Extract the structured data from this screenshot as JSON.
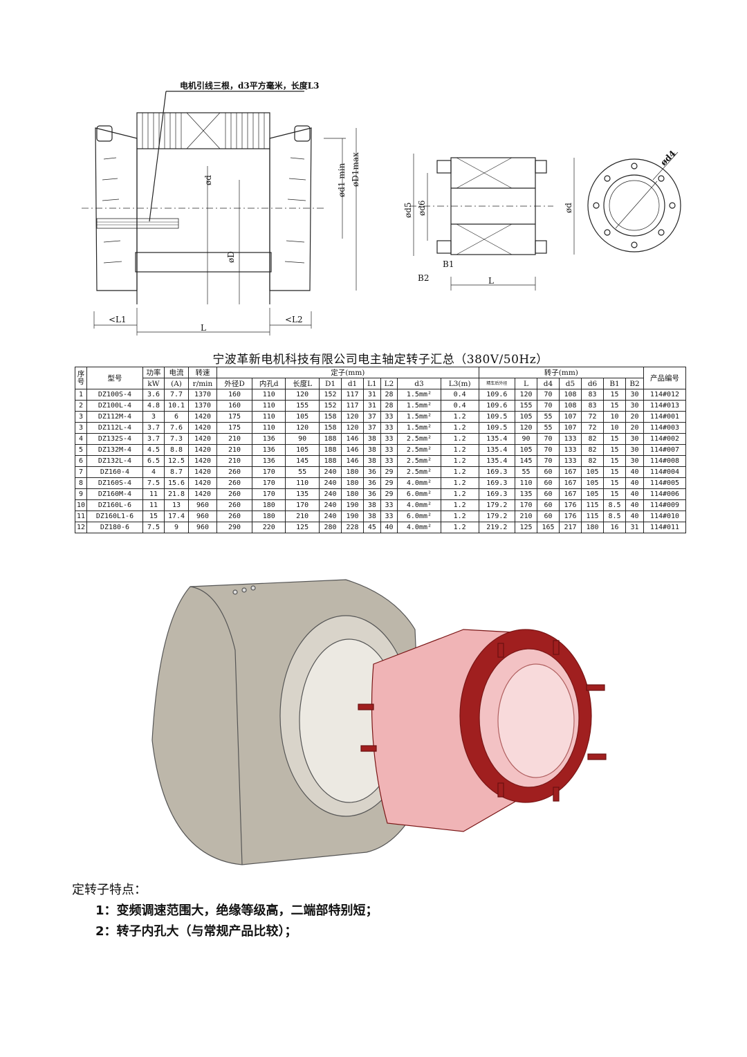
{
  "drawing": {
    "lead_note": "电机引线三根，d3平方毫米，长度L3",
    "labels": {
      "d": "ød",
      "d1": "ød1 min",
      "D1max": "øD1max",
      "D": "øD",
      "L1": "<L1",
      "L": "L",
      "L2": "<L2",
      "d5": "ød5",
      "d6": "ød6",
      "d_rotor": "ød",
      "B1": "B1",
      "B2": "B2",
      "L_rotor": "L",
      "d4": "ød4"
    }
  },
  "table": {
    "title": "宁波革新电机科技有限公司电主轴定转子汇总（380V/50Hz）",
    "header": {
      "seq": "序号",
      "model": "型号",
      "power": "功率",
      "power_unit": "kW",
      "current": "电流",
      "current_unit": "(A)",
      "speed": "转速",
      "speed_unit": "r/min",
      "stator_group": "定子(mm)",
      "rotor_group": "转子(mm)",
      "product_code": "产品编号",
      "stator_cols": [
        "外径D",
        "内孔d",
        "长度L",
        "D1",
        "d1",
        "L1",
        "L2",
        "d3",
        "L3(m)"
      ],
      "rotor_cols": [
        "精车后外径",
        "L",
        "d4",
        "d5",
        "d6",
        "B1",
        "B2"
      ]
    },
    "rows": [
      [
        "1",
        "DZ100S-4",
        "3.6",
        "7.7",
        "1370",
        "160",
        "110",
        "120",
        "152",
        "117",
        "31",
        "28",
        "1.5mm²",
        "0.4",
        "109.6",
        "120",
        "70",
        "108",
        "83",
        "15",
        "30",
        "114#012"
      ],
      [
        "2",
        "DZ100L-4",
        "4.8",
        "10.1",
        "1370",
        "160",
        "110",
        "155",
        "152",
        "117",
        "31",
        "28",
        "1.5mm²",
        "0.4",
        "109.6",
        "155",
        "70",
        "108",
        "83",
        "15",
        "30",
        "114#013"
      ],
      [
        "3",
        "DZ112M-4",
        "3",
        "6",
        "1420",
        "175",
        "110",
        "105",
        "158",
        "120",
        "37",
        "33",
        "1.5mm²",
        "1.2",
        "109.5",
        "105",
        "55",
        "107",
        "72",
        "10",
        "20",
        "114#001"
      ],
      [
        "3",
        "DZ112L-4",
        "3.7",
        "7.6",
        "1420",
        "175",
        "110",
        "120",
        "158",
        "120",
        "37",
        "33",
        "1.5mm²",
        "1.2",
        "109.5",
        "120",
        "55",
        "107",
        "72",
        "10",
        "20",
        "114#003"
      ],
      [
        "4",
        "DZ132S-4",
        "3.7",
        "7.3",
        "1420",
        "210",
        "136",
        "90",
        "188",
        "146",
        "38",
        "33",
        "2.5mm²",
        "1.2",
        "135.4",
        "90",
        "70",
        "133",
        "82",
        "15",
        "30",
        "114#002"
      ],
      [
        "5",
        "DZ132M-4",
        "4.5",
        "8.8",
        "1420",
        "210",
        "136",
        "105",
        "188",
        "146",
        "38",
        "33",
        "2.5mm²",
        "1.2",
        "135.4",
        "105",
        "70",
        "133",
        "82",
        "15",
        "30",
        "114#007"
      ],
      [
        "6",
        "DZ132L-4",
        "6.5",
        "12.5",
        "1420",
        "210",
        "136",
        "145",
        "188",
        "146",
        "38",
        "33",
        "2.5mm²",
        "1.2",
        "135.4",
        "145",
        "70",
        "133",
        "82",
        "15",
        "30",
        "114#008"
      ],
      [
        "7",
        "DZ160-4",
        "4",
        "8.7",
        "1420",
        "260",
        "170",
        "55",
        "240",
        "180",
        "36",
        "29",
        "2.5mm²",
        "1.2",
        "169.3",
        "55",
        "60",
        "167",
        "105",
        "15",
        "40",
        "114#004"
      ],
      [
        "8",
        "DZ160S-4",
        "7.5",
        "15.6",
        "1420",
        "260",
        "170",
        "110",
        "240",
        "180",
        "36",
        "29",
        "4.0mm²",
        "1.2",
        "169.3",
        "110",
        "60",
        "167",
        "105",
        "15",
        "40",
        "114#005"
      ],
      [
        "9",
        "DZ160M-4",
        "11",
        "21.8",
        "1420",
        "260",
        "170",
        "135",
        "240",
        "180",
        "36",
        "29",
        "6.0mm²",
        "1.2",
        "169.3",
        "135",
        "60",
        "167",
        "105",
        "15",
        "40",
        "114#006"
      ],
      [
        "10",
        "DZ160L-6",
        "11",
        "13",
        "960",
        "260",
        "180",
        "170",
        "240",
        "190",
        "38",
        "33",
        "4.0mm²",
        "1.2",
        "179.2",
        "170",
        "60",
        "176",
        "115",
        "8.5",
        "40",
        "114#009"
      ],
      [
        "11",
        "DZ160L1-6",
        "15",
        "17.4",
        "960",
        "260",
        "180",
        "210",
        "240",
        "190",
        "38",
        "33",
        "6.0mm²",
        "1.2",
        "179.2",
        "210",
        "60",
        "176",
        "115",
        "8.5",
        "40",
        "114#010"
      ],
      [
        "12",
        "DZ180-6",
        "7.5",
        "9",
        "960",
        "290",
        "220",
        "125",
        "280",
        "228",
        "45",
        "40",
        "4.0mm²",
        "1.2",
        "219.2",
        "125",
        "165",
        "217",
        "180",
        "16",
        "31",
        "114#011"
      ]
    ]
  },
  "features": {
    "title": "定转子特点：",
    "items": [
      "1：变频调速范围大，绝缘等级高，二端部特别短；",
      "2：转子内孔大（与常规产品比较）；"
    ]
  },
  "colors": {
    "stator_body": "#bdb7aa",
    "rotor_body": "#f0b4b6",
    "rotor_ring": "#a01f1f"
  }
}
